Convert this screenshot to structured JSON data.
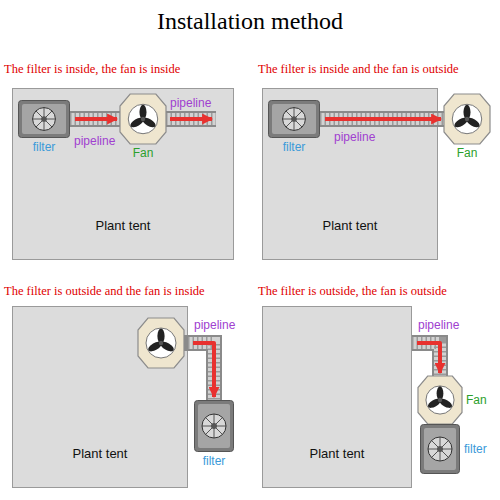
{
  "diagram": {
    "title": "Installation method",
    "nodes": [
      {
        "text": [
          "Plant tent"
        ]
      },
      {
        "text": [
          "filter"
        ],
        "in": 0
      },
      {
        "text": [
          "Fan"
        ],
        "in": 0
      },
      {
        "text": [
          "Plant tent"
        ]
      },
      {
        "text": [
          "filter"
        ],
        "in": 3
      },
      {
        "text": [
          "Fan"
        ]
      },
      {
        "text": [
          "Plant tent"
        ]
      },
      {
        "text": [
          "filter"
        ]
      },
      {
        "text": [
          "Plant tent"
        ]
      },
      {
        "text": [
          "Fan"
        ]
      },
      {
        "text": [
          "filter"
        ]
      }
    ],
    "edges": [
      {
        "from": 1,
        "to": 2,
        "label": "pipeline",
        "arrow": "to"
      },
      {
        "from": 4,
        "to": 5,
        "label": "pipeline",
        "arrow": "to"
      },
      {
        "from": 6,
        "to": 7,
        "label": "pipeline",
        "arrow": "to"
      },
      {
        "from": 8,
        "to": 9,
        "label": "pipeline",
        "arrow": "to"
      }
    ],
    "labels": [
      "The filter is inside, the fan is inside",
      "pipeline",
      "The filter is inside and the fan is outside",
      "The filter is outside and the fan is inside",
      "The filter is outside, the fan is outside"
    ]
  }
}
